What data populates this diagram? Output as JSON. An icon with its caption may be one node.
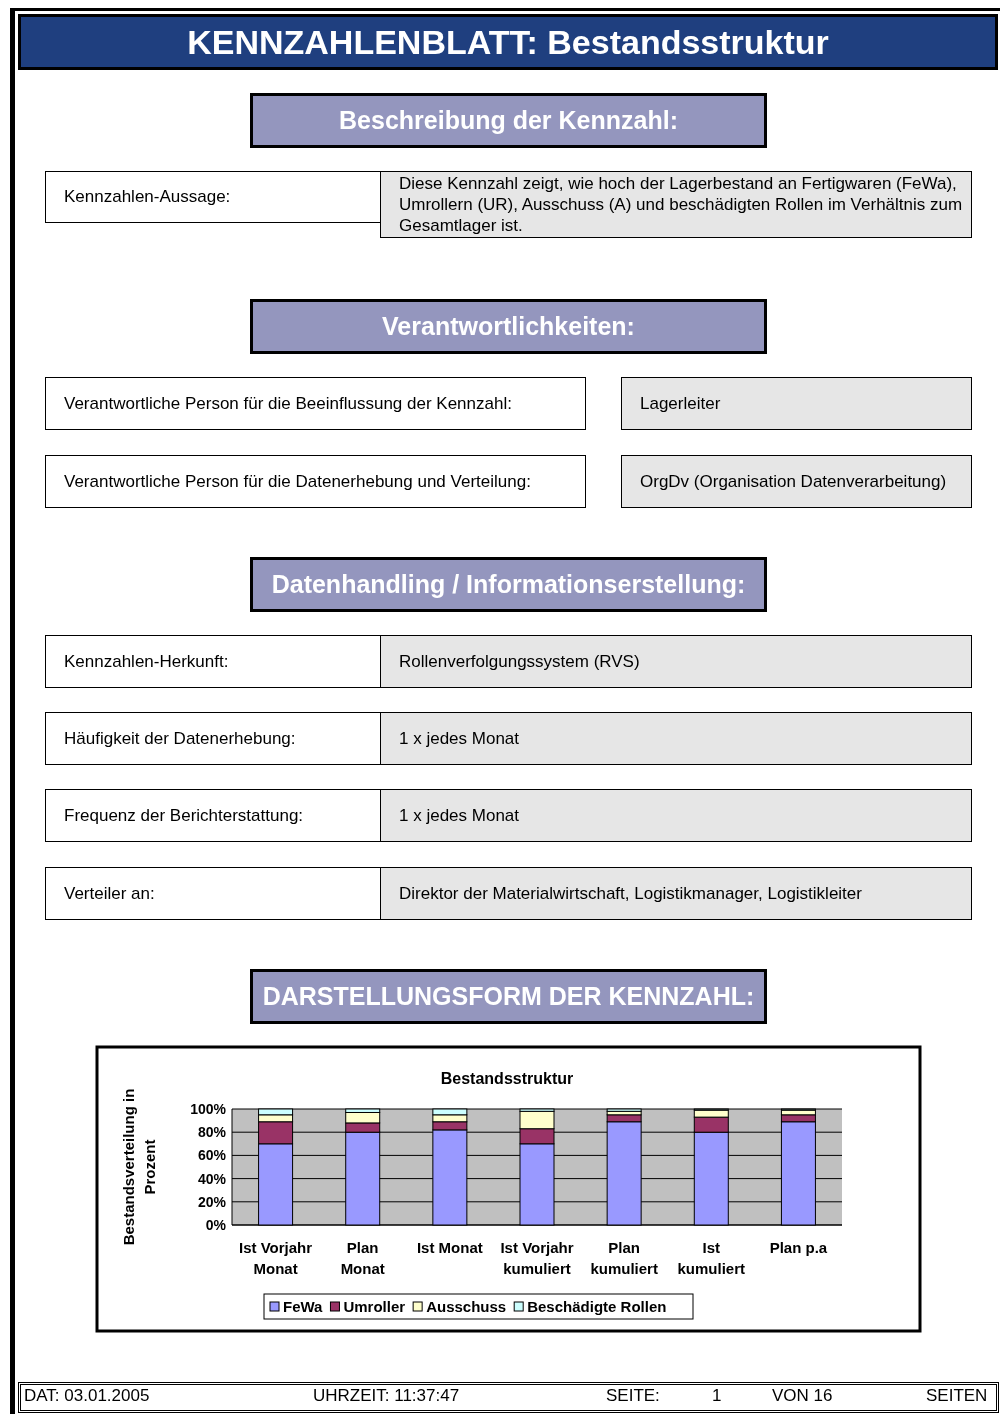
{
  "diagram": {
    "title": "KENNZAHLENBLATT: Bestandsstruktur",
    "nodes": [
      {
        "text": [
          "Beschreibung der Kennzahl:"
        ]
      },
      {
        "text": [
          "Kennzahlen-Aussage:"
        ]
      },
      {
        "text": [
          "Diese Kennzahl zeigt, wie hoch der Lagerbestand an Fertigwaren (FeWa), Umrollern (UR), Ausschuss (A) und beschädigten Rollen im Verhältnis zum Gesamtlager ist."
        ]
      },
      {
        "text": [
          "Verantwortlichkeiten:"
        ]
      },
      {
        "text": [
          "Verantwortliche Person für die Beeinflussung der Kennzahl:"
        ]
      },
      {
        "text": [
          "Lagerleiter"
        ]
      },
      {
        "text": [
          "Verantwortliche Person für die Datenerhebung und Verteilung:"
        ]
      },
      {
        "text": [
          "OrgDv (Organisation Datenverarbeitung)"
        ]
      },
      {
        "text": [
          "Datenhandling / Informationserstellung:"
        ]
      },
      {
        "text": [
          "Kennzahlen-Herkunft:"
        ]
      },
      {
        "text": [
          "Rollenverfolgungssystem (RVS)"
        ]
      },
      {
        "text": [
          "Häufigkeit der Datenerhebung:"
        ]
      },
      {
        "text": [
          "1 x jedes Monat"
        ]
      },
      {
        "text": [
          "Frequenz der Berichterstattung:"
        ]
      },
      {
        "text": [
          "1 x jedes Monat"
        ]
      },
      {
        "text": [
          "Verteiler an:"
        ]
      },
      {
        "text": [
          "Direktor der Materialwirtschaft, Logistikmanager, Logistikleiter"
        ]
      },
      {
        "text": [
          "DARSTELLUNGSFORM DER KENNZAHL:"
        ]
      }
    ],
    "labels": [
      "DAT:  03.01.2005",
      "UHRZEIT:  11:37:47",
      "SEITE:",
      "1",
      "VON  16",
      "SEITEN"
    ],
    "chart_data": {
      "type": "bar",
      "title": "Bestandsstruktur",
      "ylabel": "Bestandsverteilung in Prozent",
      "stacked": true,
      "categories": [
        "Ist Vorjahr Monat",
        "Plan Monat",
        "Ist Monat",
        "Ist Vorjahr kumuliert",
        "Plan kumuliert",
        "Ist kumuliert",
        "Plan p.a"
      ],
      "ylim": [
        0,
        100
      ],
      "grid": true,
      "legend": true,
      "yticks": [
        {
          "value": 0,
          "label": "0%"
        },
        {
          "value": 20,
          "label": "20%"
        },
        {
          "value": 40,
          "label": "40%"
        },
        {
          "value": 60,
          "label": "60%"
        },
        {
          "value": 80,
          "label": "80%"
        },
        {
          "value": 100,
          "label": "100%"
        }
      ],
      "series": [
        {
          "name": "FeWa",
          "color": "#9999ff",
          "values": [
            70,
            80,
            82,
            70,
            89,
            80,
            89
          ]
        },
        {
          "name": "Umroller",
          "color": "#993366",
          "values": [
            19,
            8,
            7,
            13,
            6,
            13,
            6
          ]
        },
        {
          "name": "Ausschuss",
          "color": "#ffffcc",
          "values": [
            6,
            9,
            6,
            15,
            3,
            6,
            4
          ]
        },
        {
          "name": "Beschädigte Rollen",
          "color": "#ccffff",
          "values": [
            5,
            3,
            5,
            2,
            2,
            1,
            1
          ]
        }
      ]
    }
  }
}
